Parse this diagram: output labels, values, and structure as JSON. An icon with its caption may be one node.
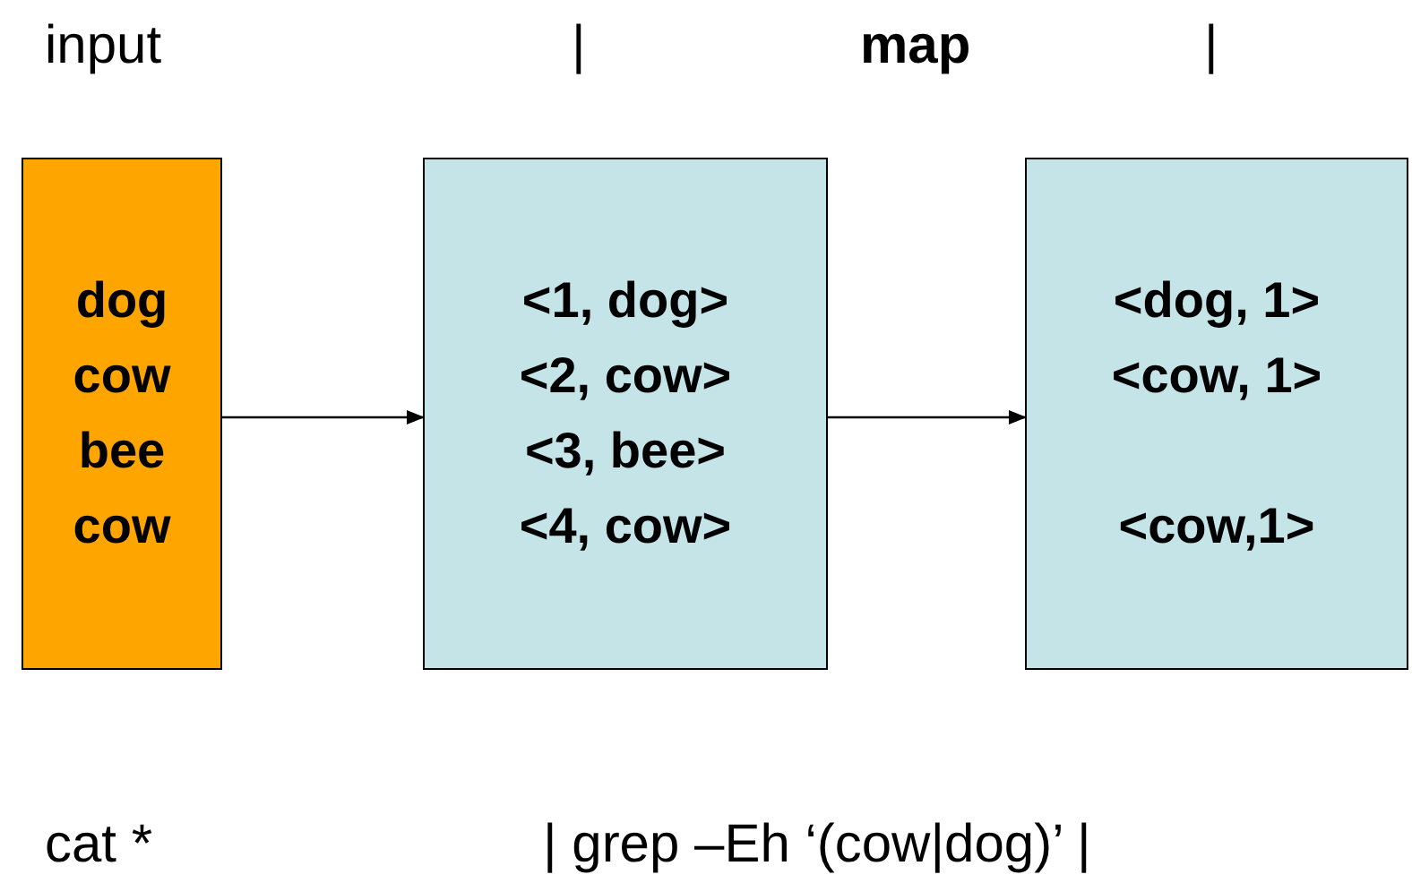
{
  "diagram": {
    "nodes": [
      {
        "text": [
          "dog",
          "cow",
          "bee",
          "cow"
        ]
      },
      {
        "text": [
          "<1, dog>",
          "<2, cow>",
          "<3, bee>",
          "<4, cow>"
        ]
      },
      {
        "text": [
          "<dog, 1>",
          "<cow, 1>",
          "<cow,1>"
        ]
      }
    ],
    "edges": [
      {
        "from": 0,
        "to": 1,
        "arrow": "to"
      },
      {
        "from": 1,
        "to": 2,
        "arrow": "to"
      }
    ],
    "labels": [
      "input",
      "|",
      "map",
      "|",
      "cat *",
      "| grep –Eh ‘(cow|dog)’ |"
    ]
  }
}
